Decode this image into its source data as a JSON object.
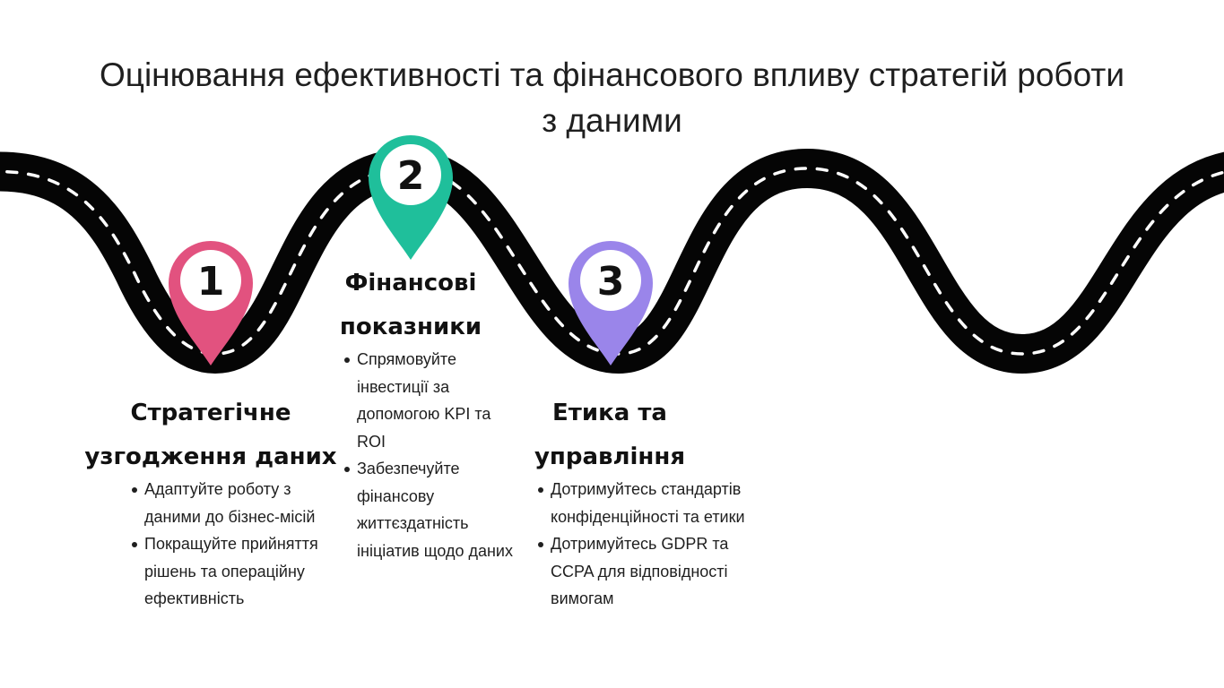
{
  "title": "Оцінювання ефективності та фінансового впливу стратегій роботи з даними",
  "colors": {
    "road": "#050505",
    "road_marking": "#ffffff",
    "pin_1": "#e2527f",
    "pin_2": "#1fbf9b",
    "pin_3": "#9a85ea",
    "text": "#1f1f1f"
  },
  "steps": [
    {
      "number": "1",
      "icon": "map-pin-icon",
      "heading": "Стратегічне узгодження даних",
      "bullets": [
        "Адаптуйте роботу з даними до бізнес-місій",
        "Покращуйте прийняття рішень та операційну ефективність"
      ]
    },
    {
      "number": "2",
      "icon": "map-pin-icon",
      "heading": "Фінансові показники",
      "bullets": [
        "Спрямовуйте інвестиції за допомогою KPI та ROI",
        "Забезпечуйте фінансову життєздатність ініціатив щодо даних"
      ]
    },
    {
      "number": "3",
      "icon": "map-pin-icon",
      "heading": "Етика та управління",
      "bullets": [
        "Дотримуйтесь стандартів конфіденційності та етики",
        "Дотримуйтесь GDPR та CCPA для відповідності вимогам"
      ]
    }
  ]
}
